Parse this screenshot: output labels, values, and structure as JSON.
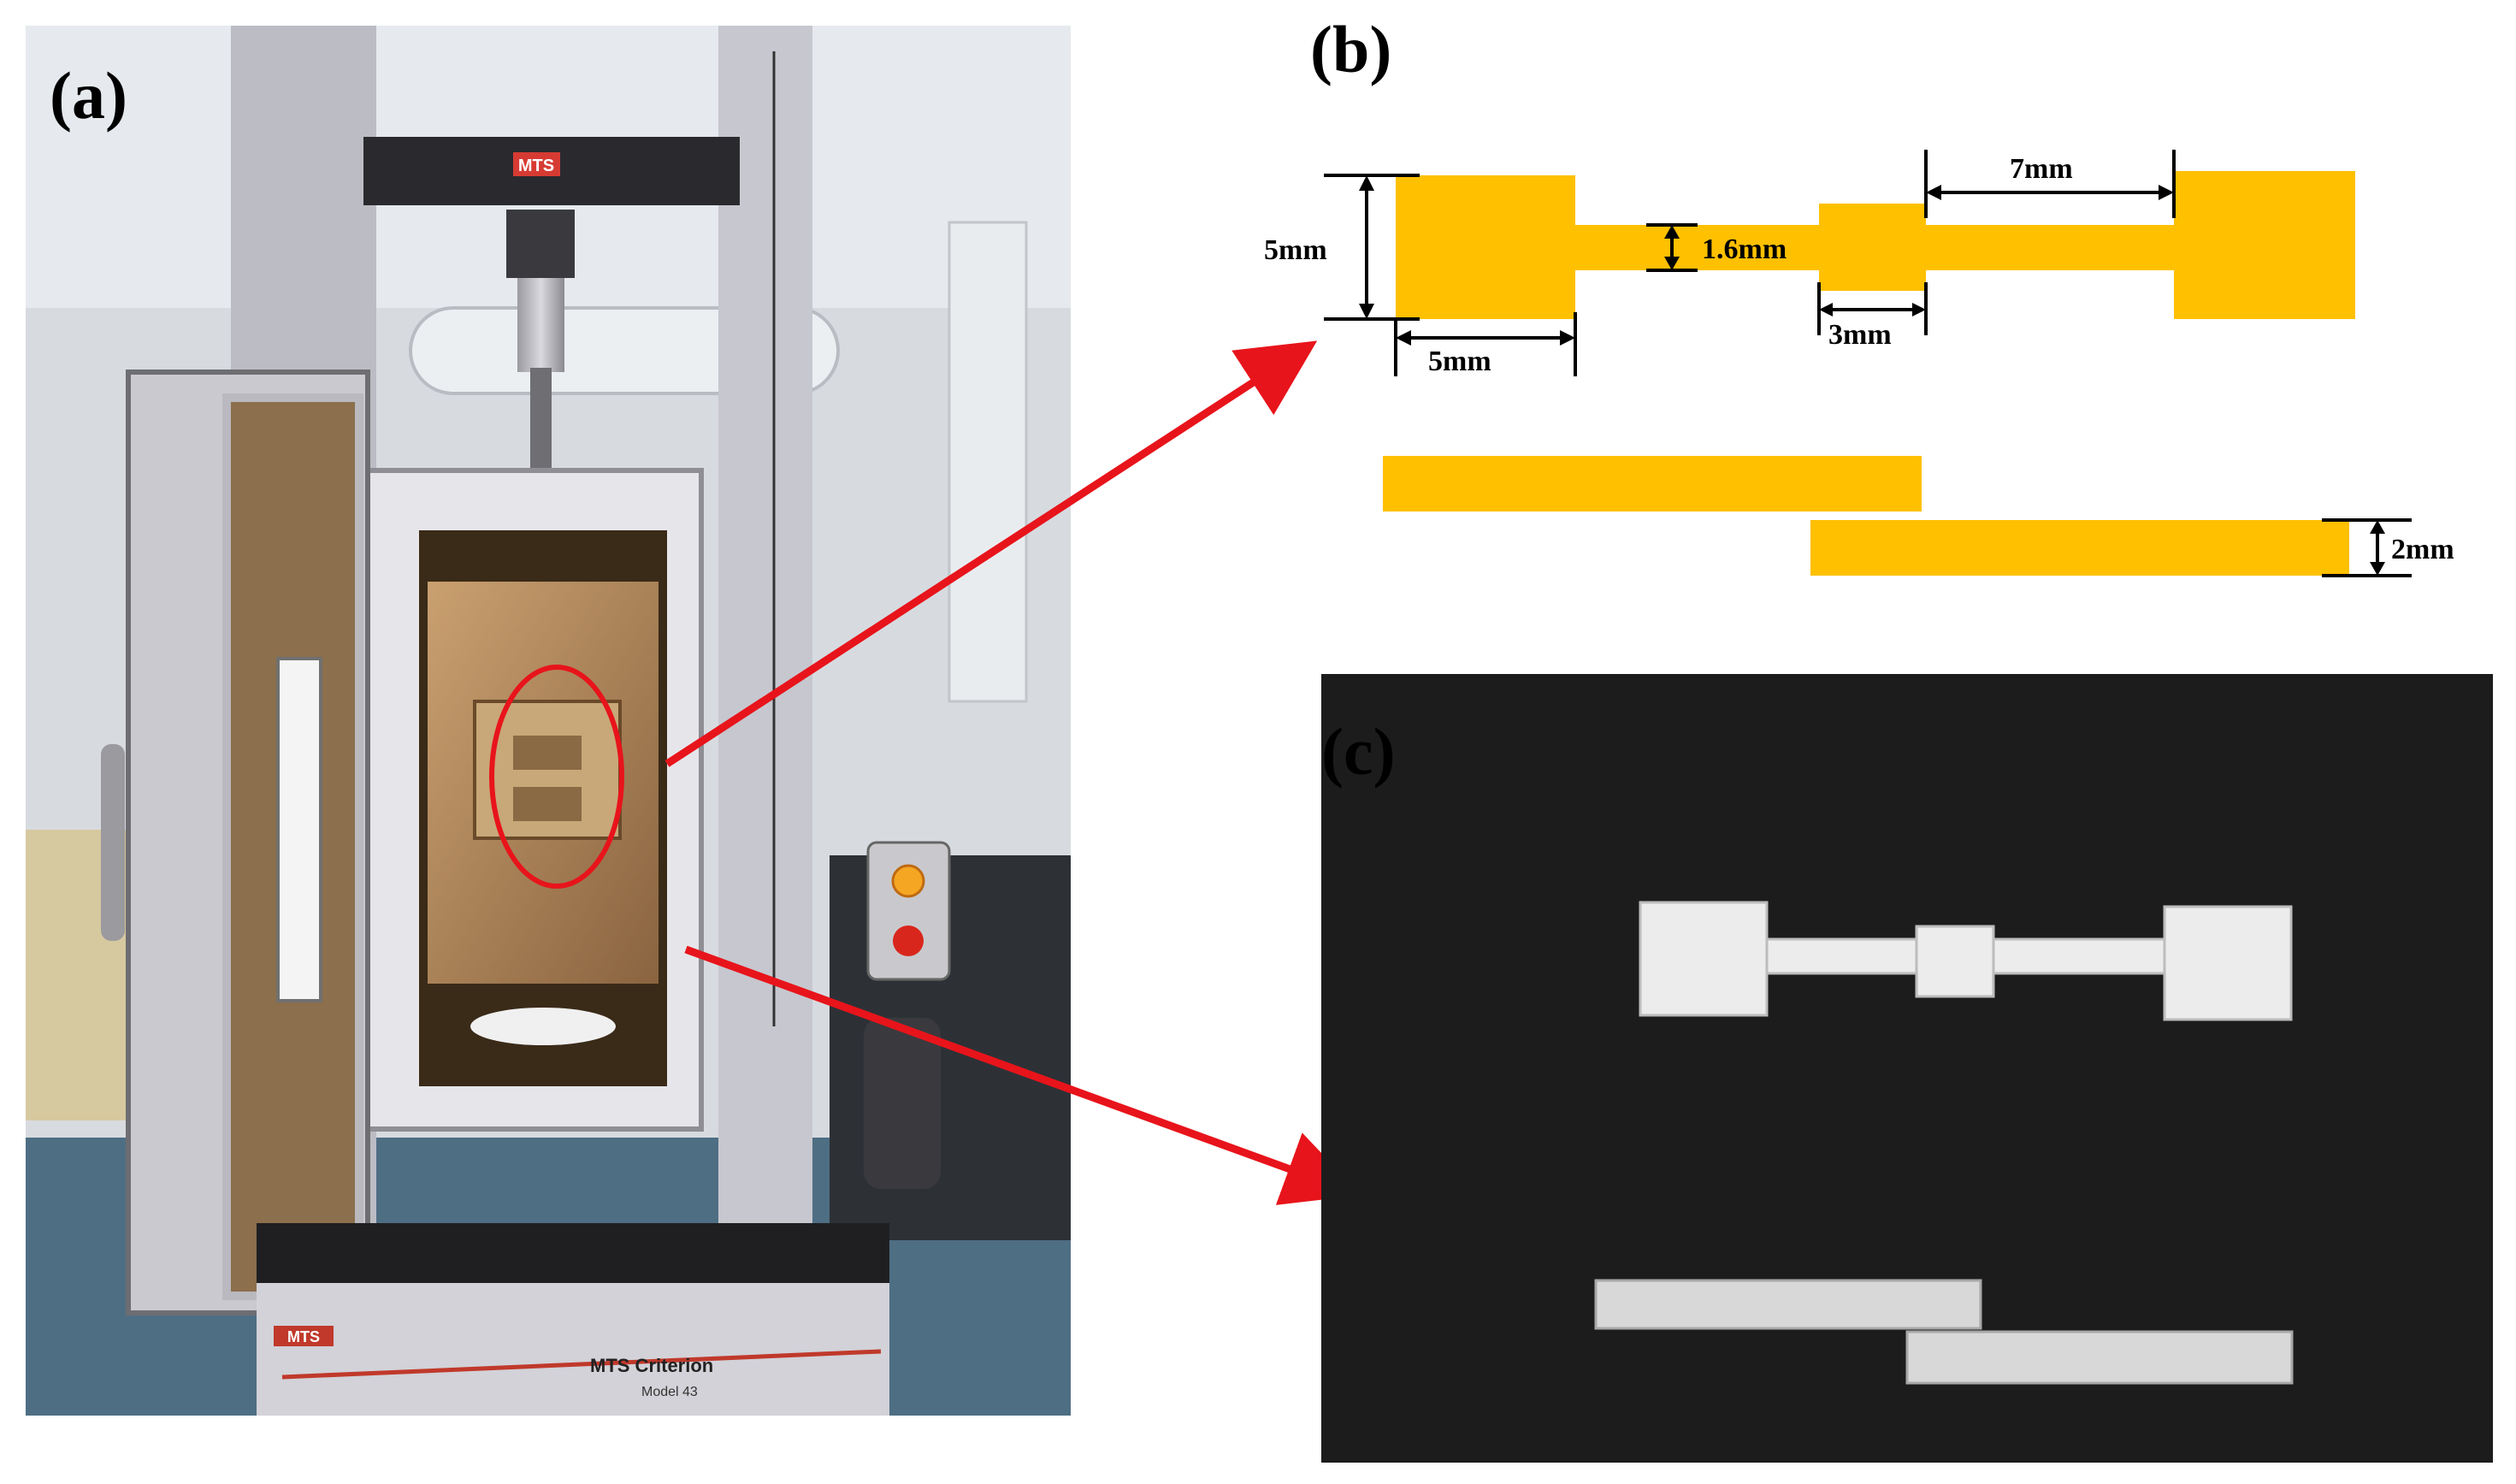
{
  "panels": {
    "a": {
      "label": "(a)",
      "machine_brand": "MTS",
      "frame_brand": "MTS",
      "frame_model": "MTS Criterion",
      "frame_model_no": "Model 43"
    },
    "b": {
      "label": "(b)"
    },
    "c": {
      "label": "(c)"
    }
  },
  "dimensions": {
    "grip_height": "5mm",
    "neck_width": "1.6mm",
    "grip_length": "5mm",
    "center_block": "3mm",
    "gauge_length": "7mm",
    "thickness": "2mm"
  },
  "colors": {
    "specimen": "#FFC000",
    "arrow": "#E8141B",
    "highlight_ellipse": "#E8141B",
    "photo_background": "#1c1c1c"
  }
}
